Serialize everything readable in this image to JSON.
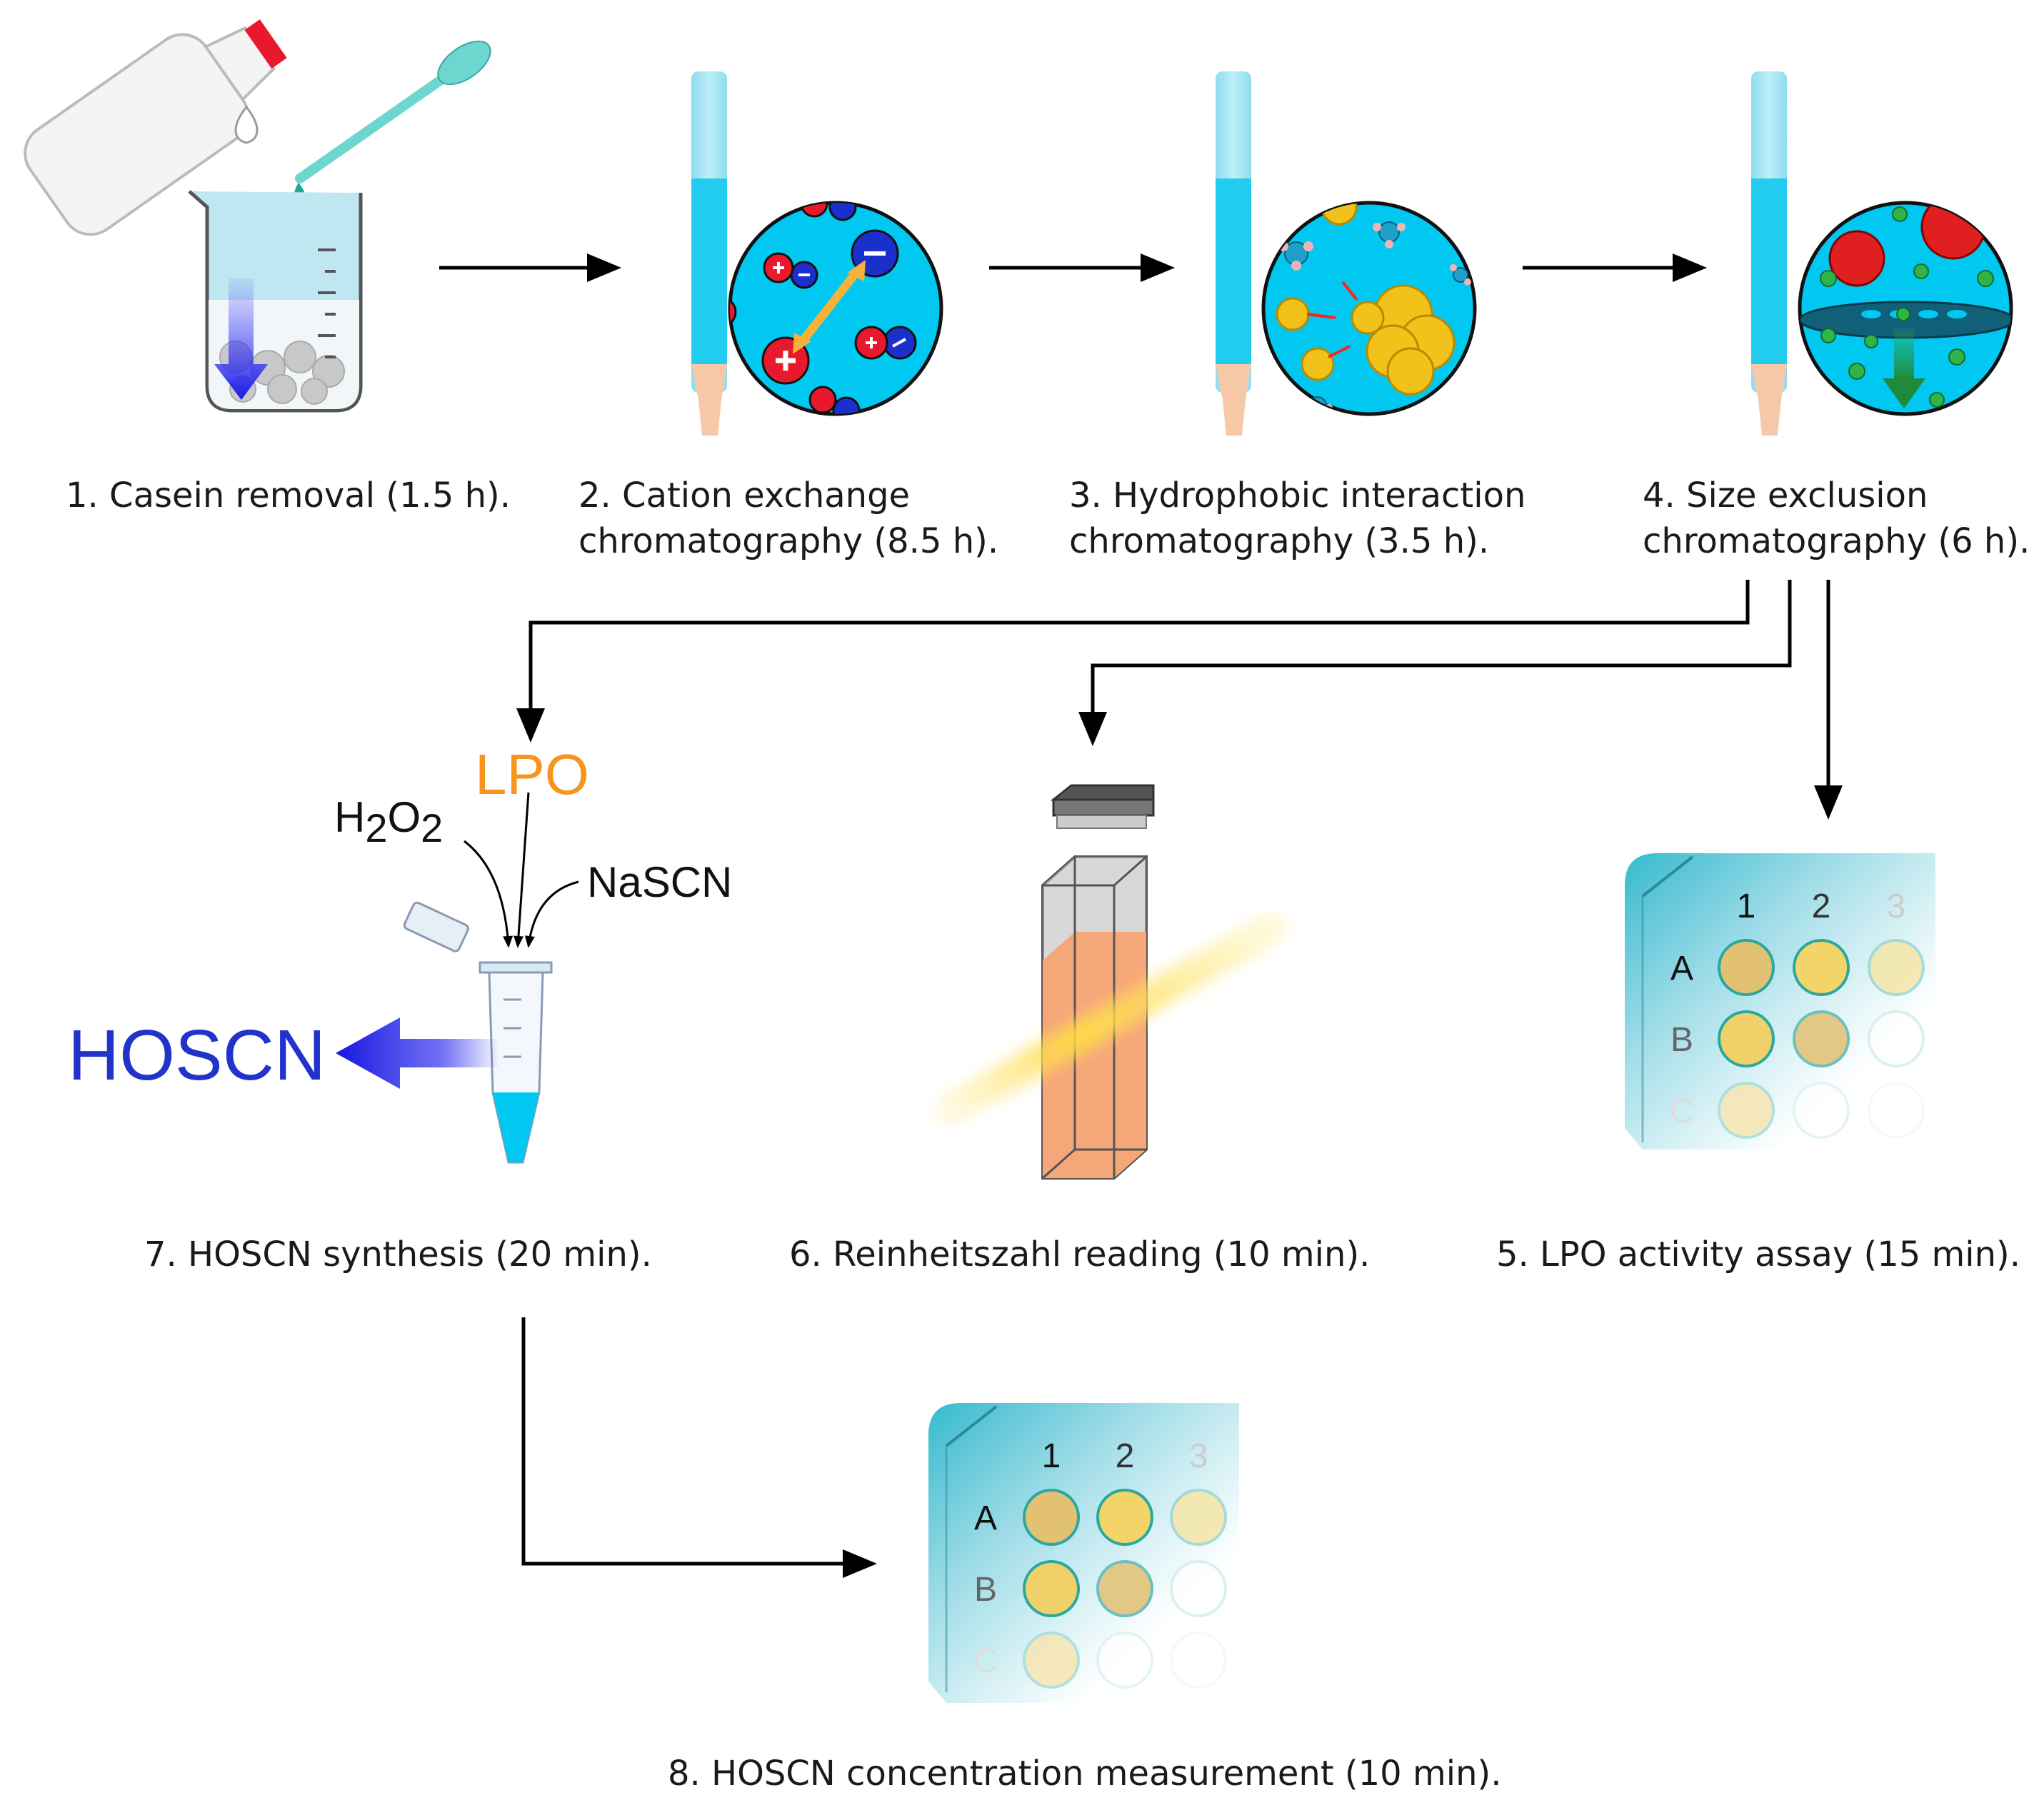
{
  "steps": {
    "s1": "1. Casein removal (1.5 h).",
    "s2_l1": "2. Cation exchange",
    "s2_l2": "chromatography (8.5 h).",
    "s3_l1": "3. Hydrophobic interaction",
    "s3_l2": "chromatography (3.5 h).",
    "s4_l1": "4. Size exclusion",
    "s4_l2": "chromatography (6 h).",
    "s5": "5.  LPO activity assay (15 min).",
    "s6": "6.  Reinheitszahl reading (10 min).",
    "s7": "7.  HOSCN synthesis (20 min).",
    "s8": "8.  HOSCN concentration measurement (10 min)."
  },
  "reagents": {
    "lpo": "LPO",
    "h2o2_h": "H",
    "h2o2_2a": "2",
    "h2o2_o": "O",
    "h2o2_2b": "2",
    "nascn": "NaSCN",
    "hoscn": "HOSCN"
  },
  "plate_labels": {
    "cols": [
      "1",
      "2",
      "3"
    ],
    "rows": [
      "A",
      "B",
      "C"
    ]
  },
  "colors": {
    "column_blue": "#22ccee",
    "lpo_orange": "#f7941d",
    "hoscn_blue": "#2233cc",
    "arrow": "#000000"
  }
}
